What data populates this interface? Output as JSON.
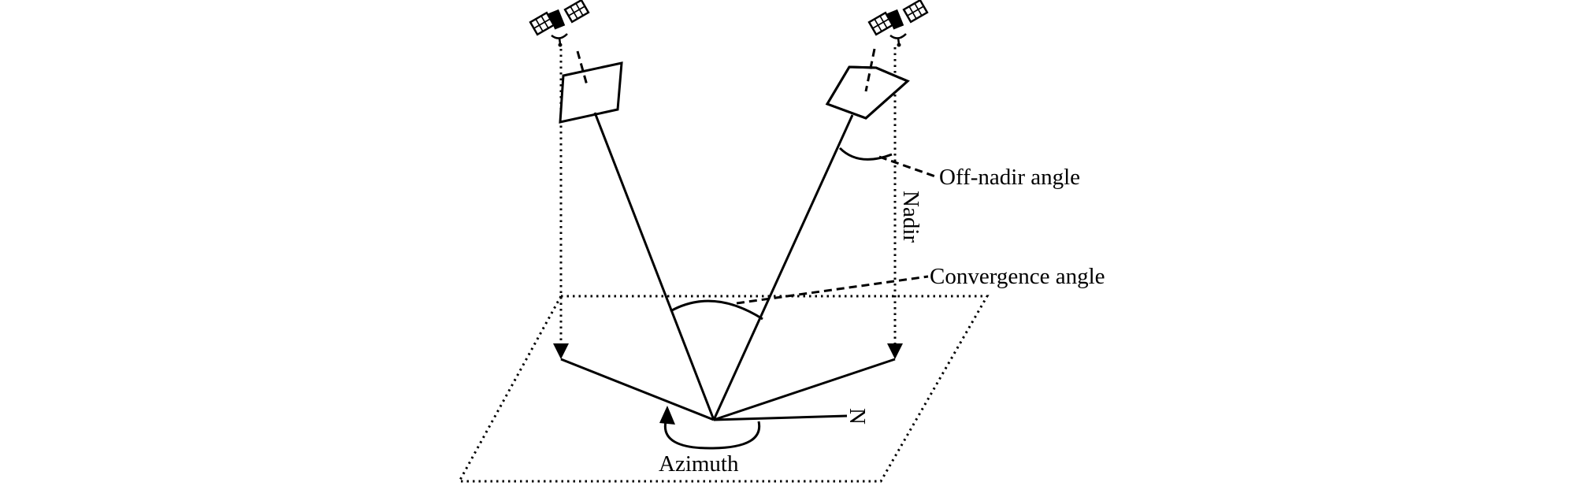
{
  "labels": {
    "off_nadir_angle": "Off-nadir angle",
    "nadir": "Nadir",
    "convergence_angle": "Convergence angle",
    "north": "N",
    "azimuth": "Azimuth"
  },
  "icons": {
    "left_satellite": "satellite-icon",
    "right_satellite": "satellite-icon"
  },
  "colors": {
    "ink": "#000000",
    "background": "#ffffff"
  }
}
